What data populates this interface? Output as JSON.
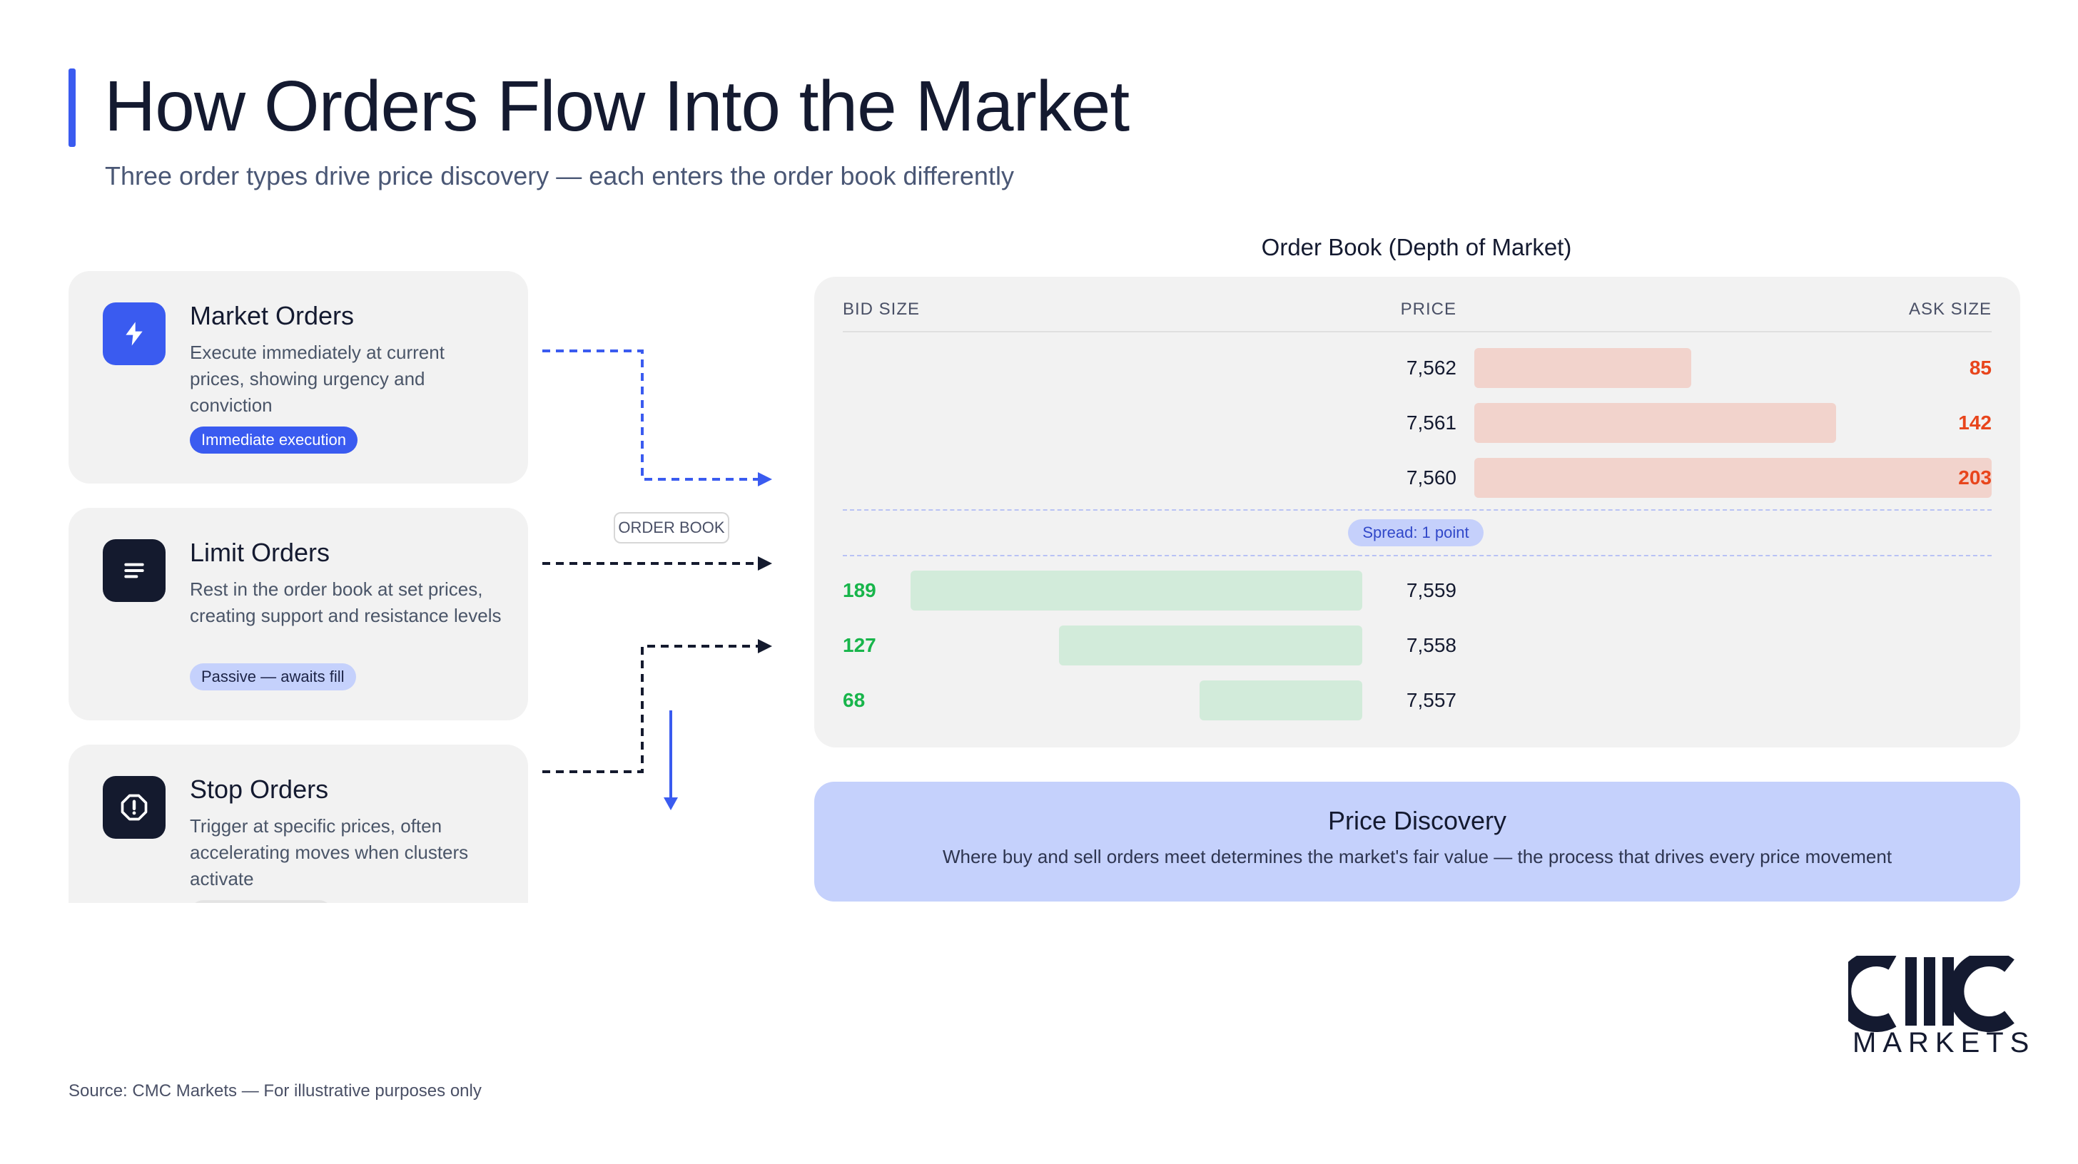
{
  "header": {
    "title": "How Orders Flow Into the Market",
    "subtitle": "Three order types drive price discovery — each enters the order book differently"
  },
  "cards": [
    {
      "title": "Market Orders",
      "description": "Execute immediately at current prices, showing urgency and conviction",
      "badge": "Immediate execution",
      "icon": "lightning-icon",
      "icon_bg": "#3a5bf0",
      "badge_bg": "#3a5bf0",
      "badge_color": "#ffffff"
    },
    {
      "title": "Limit Orders",
      "description": "Rest in the order book at set prices, creating support and resistance levels",
      "badge": "Passive — awaits fill",
      "icon": "list-icon",
      "icon_bg": "#141a2e",
      "badge_bg": "#c5d1fc",
      "badge_color": "#1d2447"
    },
    {
      "title": "Stop Orders",
      "description": "Trigger at specific prices, often accelerating moves when clusters activate",
      "badge": "",
      "icon": "alert-octagon-icon",
      "icon_bg": "#141a2e",
      "badge_bg": "#e4e4e4",
      "badge_color": "#1d2447"
    }
  ],
  "connector_label": "ORDER BOOK",
  "order_book": {
    "title": "Order Book (Depth of Market)",
    "headers": {
      "bid": "BID SIZE",
      "price": "PRICE",
      "ask": "ASK SIZE"
    },
    "asks": [
      {
        "price": "7,562",
        "size": 85
      },
      {
        "price": "7,561",
        "size": 142
      },
      {
        "price": "7,560",
        "size": 203
      }
    ],
    "spread": "Spread: 1 point",
    "bids": [
      {
        "price": "7,559",
        "size": 189
      },
      {
        "price": "7,558",
        "size": 127
      },
      {
        "price": "7,557",
        "size": 68
      }
    ],
    "colors": {
      "ask": "#e8451c",
      "bid": "#18b54b"
    }
  },
  "price_discovery": {
    "title": "Price Discovery",
    "description": "Where buy and sell orders meet determines the market's fair value — the process that drives every price movement"
  },
  "logo": {
    "text": "MARKETS",
    "wordmark": "CMC"
  },
  "source": "Source: CMC Markets — For illustrative purposes only"
}
